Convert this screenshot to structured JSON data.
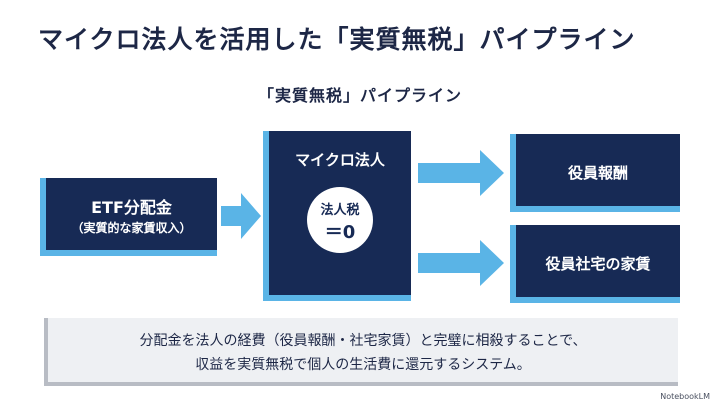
{
  "slide": {
    "title": "マイクロ法人を活用した「実質無税」パイプライン"
  },
  "diagram": {
    "title": "「実質無税」パイプライン",
    "source": {
      "title": "ETF分配金",
      "subtitle": "（実質的な家賃収入）"
    },
    "corporation": {
      "title": "マイクロ法人",
      "tax_label": "法人税",
      "tax_value": "＝0"
    },
    "outputs": [
      {
        "label": "役員報酬"
      },
      {
        "label": "役員社宅の家賃"
      }
    ]
  },
  "note": {
    "line1": "分配金を法人の経費（役員報酬・社宅家賃）と完璧に相殺することで、",
    "line2": "収益を実質無税で個人の生活費に還元するシステム。"
  },
  "watermark": {
    "text": "NotebookLM"
  },
  "colors": {
    "navy": "#172a55",
    "accent": "#5ab4e6",
    "note_bg": "#eef0f3"
  }
}
